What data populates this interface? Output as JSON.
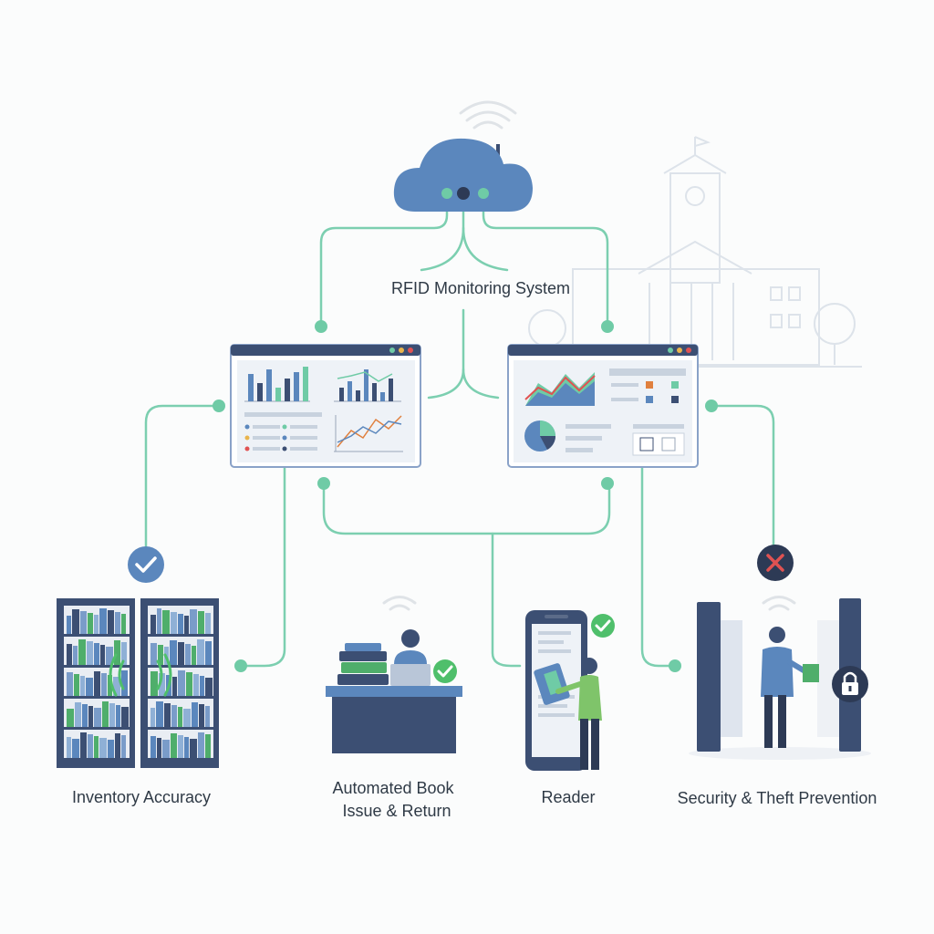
{
  "diagram": {
    "center_label": "RFID Monitoring System",
    "nodes": [
      {
        "id": "inventory",
        "label": "Inventory Accuracy",
        "status": "check"
      },
      {
        "id": "issue",
        "label_line1": "Automated Book",
        "label_line2": "Issue & Return",
        "status": "check"
      },
      {
        "id": "reader",
        "label": "Reader",
        "status": "check"
      },
      {
        "id": "security",
        "label": "Security & Theft Prevention",
        "status": "cross"
      }
    ]
  },
  "colors": {
    "connector": "#7ccfb0",
    "connector_dot": "#6fcba6",
    "cloud": "#5b87bd",
    "navy": "#3c4f73",
    "check": "#4fbf6b",
    "cross": "#e05252",
    "building": "#dde3ea"
  },
  "icons": [
    "cloud-icon",
    "wifi-icon",
    "dashboard-icon",
    "bookshelf-icon",
    "desk-icon",
    "phone-icon",
    "gate-icon",
    "lock-icon",
    "check-icon",
    "cross-icon",
    "building-icon"
  ]
}
